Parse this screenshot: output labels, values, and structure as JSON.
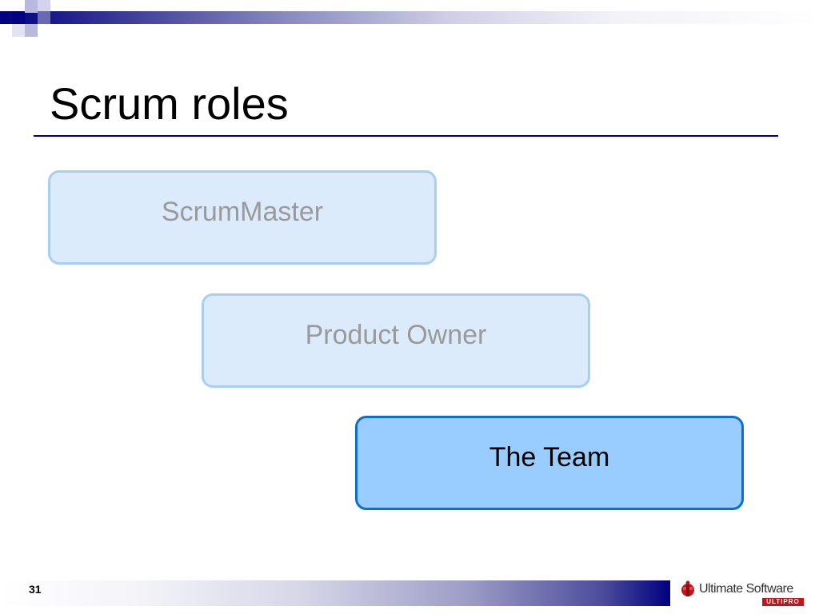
{
  "slide": {
    "title": "Scrum roles",
    "number": "31"
  },
  "roles": [
    {
      "label": "ScrumMaster",
      "state": "dimmed"
    },
    {
      "label": "Product Owner",
      "state": "dimmed"
    },
    {
      "label": "The Team",
      "state": "highlighted"
    }
  ],
  "logo": {
    "icon": "ultimate-software-logo-icon",
    "name": "Ultimate Software",
    "tag": "ULTIPRO"
  },
  "colors": {
    "navy": "#000080",
    "box_dim_fill": "#dcebfb",
    "box_dim_border": "#a9cff0",
    "box_active_fill": "#99ccff",
    "box_active_border": "#0b6fce",
    "logo_red": "#c0151b"
  }
}
